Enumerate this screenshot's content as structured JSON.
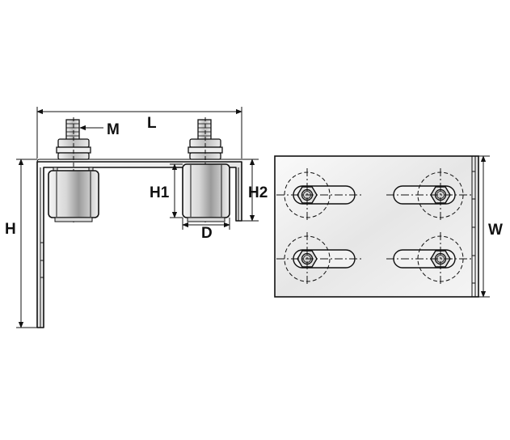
{
  "labels": {
    "L": "L",
    "M": "M",
    "H": "H",
    "H1": "H1",
    "H2": "H2",
    "D": "D",
    "W": "W"
  }
}
